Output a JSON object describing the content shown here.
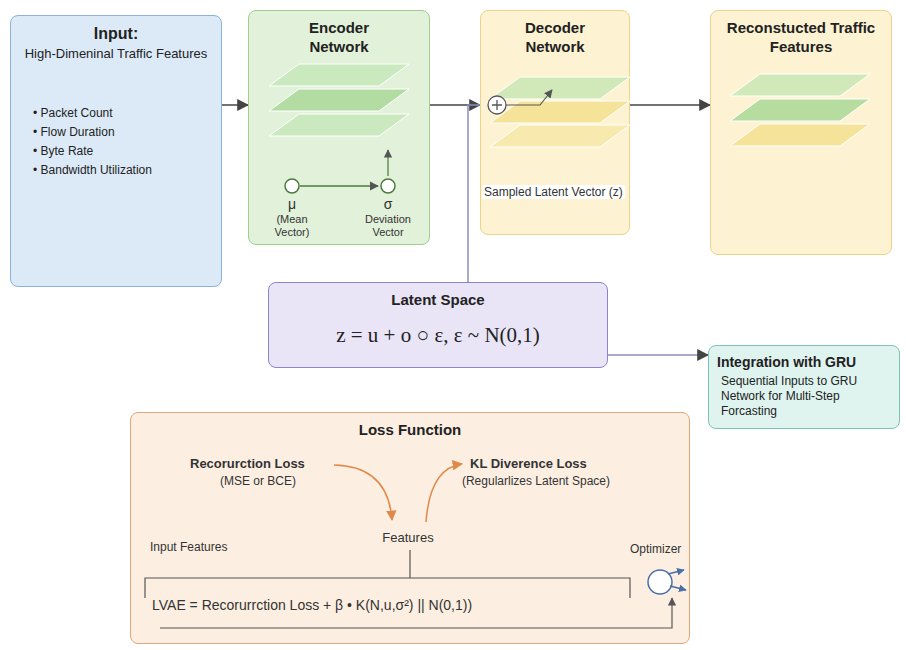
{
  "diagram": {
    "nodes": [
      {
        "text": [
          "Input:",
          "High-Dimeninal Traffic Features",
          "• Packet Count",
          "• Flow Duration",
          "• Byte Rate",
          "• Bandwidth Utilization"
        ]
      },
      {
        "text": [
          "Encoder Network"
        ]
      },
      {
        "text": [
          "Decoder Network"
        ]
      },
      {
        "text": [
          "Reconstucted Traffic Features"
        ]
      },
      {
        "text": [
          "Latent Space",
          "z = u + o ○ ε, ε ~ N(0,1)"
        ]
      },
      {
        "text": [
          "Integration with GRU",
          "Sequential Inputs to GRU Network for Multi-Step Forcasting"
        ]
      },
      {
        "text": [
          "Loss Function"
        ]
      }
    ],
    "edges": [
      {
        "from": 0,
        "to": 1,
        "arrow": "to"
      },
      {
        "from": 1,
        "to": 2,
        "arrow": "to"
      },
      {
        "from": 2,
        "to": 3,
        "arrow": "to"
      },
      {
        "from": 4,
        "to": 2,
        "arrow": "none",
        "label": "Sampled Latent Vector (z)"
      },
      {
        "from": 4,
        "to": 5,
        "arrow": "to"
      }
    ],
    "labels": [
      "μ",
      "(Mean Vector)",
      "σ",
      "Deviation Vector",
      "Recorurction Loss",
      "(MSE or BCE)",
      "KL Diverence Loss",
      "(Regularlizes Latent Space)",
      "Input Features",
      "Features",
      "Optimizer",
      "LVAE = Recorurrction Loss + β • K(N,u,σ²) || N(0,1))"
    ]
  }
}
